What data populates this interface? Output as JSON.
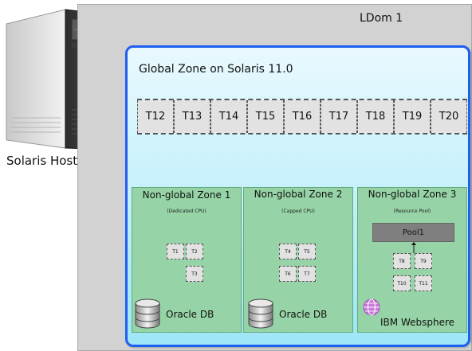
{
  "ldom": {
    "title": "LDom 1"
  },
  "host": {
    "label": "Solaris Host"
  },
  "global_zone": {
    "title": "Global Zone on Solaris 11.0",
    "threads": [
      "T12",
      "T13",
      "T14",
      "T15",
      "T16",
      "T17",
      "T18",
      "T19",
      "T20"
    ]
  },
  "zones": [
    {
      "title": "Non-global Zone 1",
      "subtitle": "(Dedicated CPU)",
      "threads": [
        "T1",
        "T2",
        "T3"
      ],
      "app": "Oracle DB",
      "app_icon": "database-icon"
    },
    {
      "title": "Non-global Zone 2",
      "subtitle": "(Capped CPU)",
      "threads": [
        "T4",
        "T5",
        "T6",
        "T7"
      ],
      "app": "Oracle DB",
      "app_icon": "database-icon"
    },
    {
      "title": "Non-global Zone 3",
      "subtitle": "(Resource Pool)",
      "pool": "Pool1",
      "threads": [
        "T8",
        "T9",
        "T10",
        "T11"
      ],
      "app": "IBM Websphere",
      "app_icon": "globe-icon"
    }
  ],
  "colors": {
    "ldom_bg": "#d2d2d2",
    "global_border": "#1f5ff0",
    "global_fill_top": "#e9f9fe",
    "global_fill_bottom": "#9de6f8",
    "zone_fill": "#96d4a7",
    "thread_fill": "#e2e2e2",
    "pool_fill": "#7f7f7f",
    "globe": "#c77ad8"
  }
}
